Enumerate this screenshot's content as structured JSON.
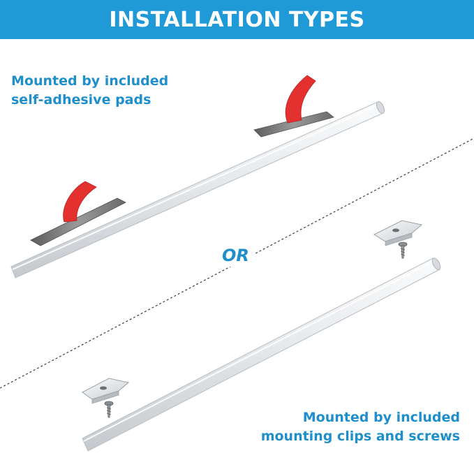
{
  "header": {
    "title": "INSTALLATION TYPES"
  },
  "captions": {
    "adhesive": [
      "Mounted by included",
      "self-adhesive pads"
    ],
    "clips": [
      "Mounted by included",
      "mounting clips and screws"
    ]
  },
  "separator": {
    "label": "OR"
  },
  "colors": {
    "banner": "#1f9ad6",
    "accent_text": "#1f8fcc",
    "rod": "#e9ecef",
    "adhesive_pad": "#7a7a7a",
    "tape_liner": "#e53030"
  },
  "icons": [
    "adhesive-rod",
    "adhesive-pad",
    "red-liner-tab",
    "clip-mounted-rod",
    "mounting-clip",
    "screw"
  ]
}
